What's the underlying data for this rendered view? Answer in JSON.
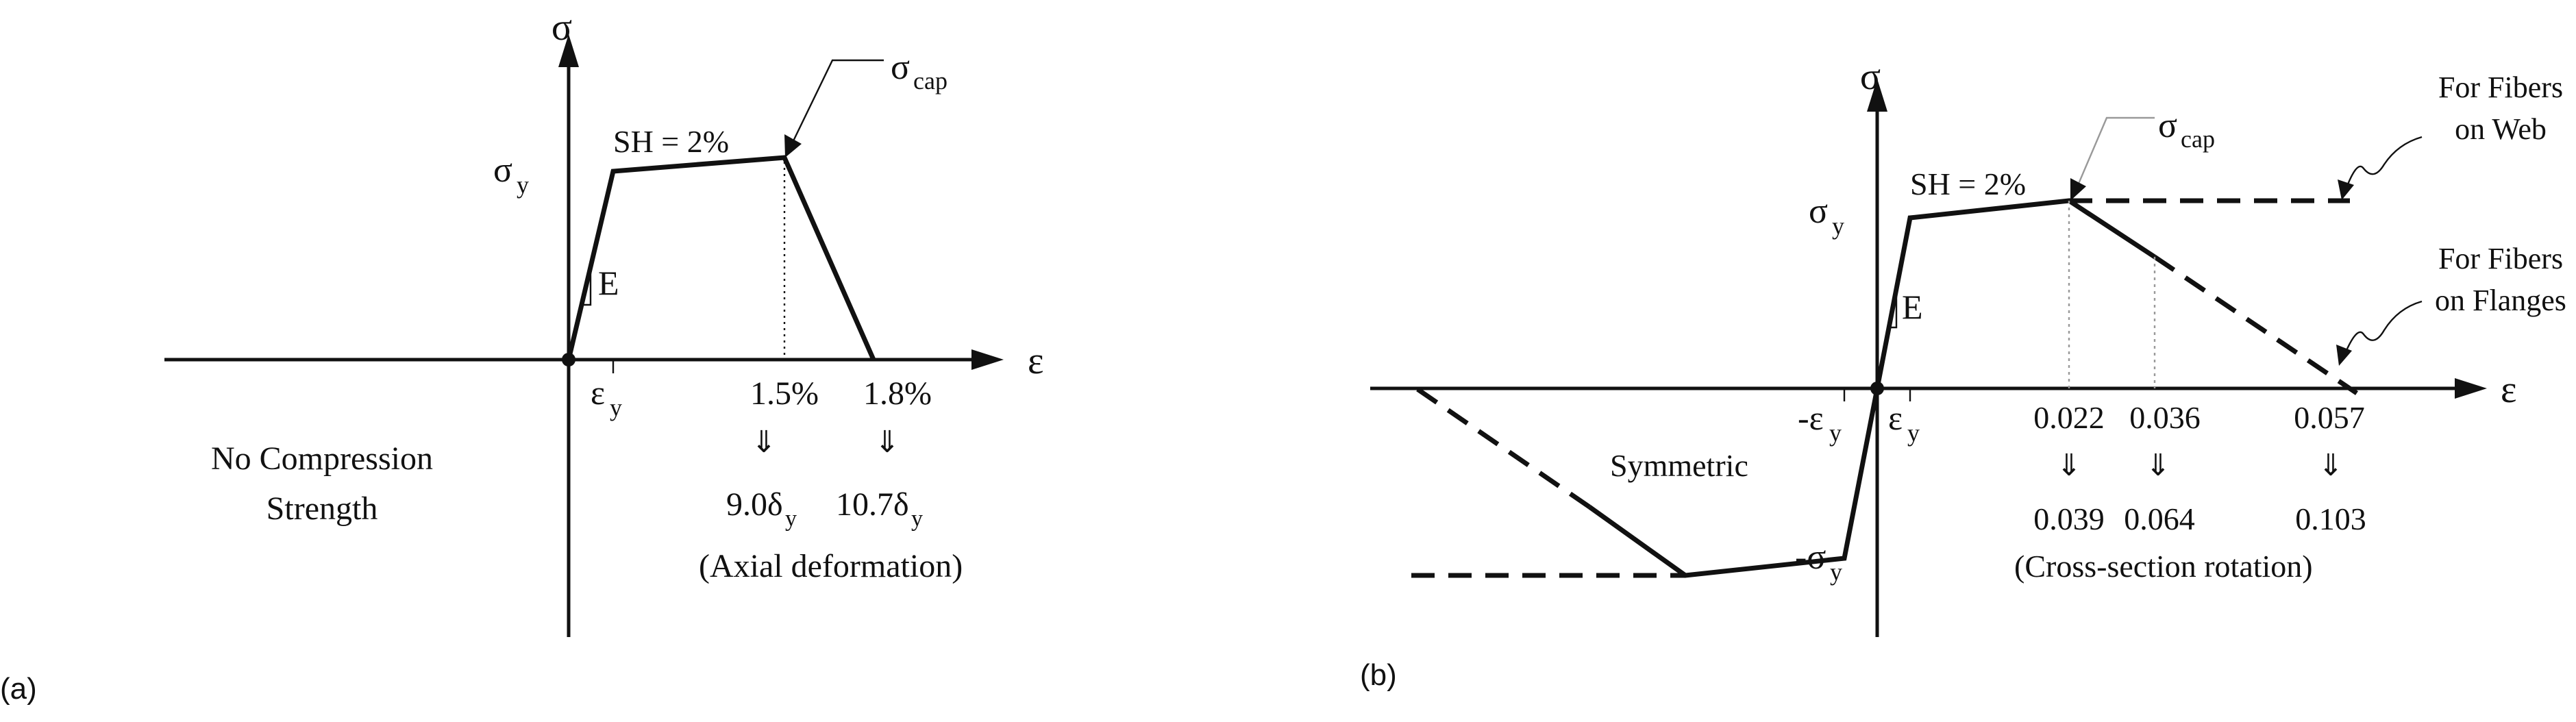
{
  "panel_a": {
    "label": "(a)",
    "axis_y": "σ",
    "axis_x": "ε",
    "sigma_y": "σ",
    "sigma_y_sub": "y",
    "eps_y": "ε",
    "eps_y_sub": "y",
    "modulus": "E",
    "sh": "SH = 2%",
    "sigma_cap": "σ",
    "sigma_cap_sub": "cap",
    "strain_1": "1.5%",
    "strain_2": "1.8%",
    "arrow_glyph": "⇓",
    "def_1": "9.0δ",
    "def_1_sub": "y",
    "def_2": "10.7δ",
    "def_2_sub": "y",
    "def_caption": "(Axial deformation)",
    "no_comp_1": "No Compression",
    "no_comp_2": "Strength"
  },
  "panel_b": {
    "label": "(b)",
    "axis_y": "σ",
    "axis_x": "ε",
    "sigma_y": "σ",
    "sigma_y_sub": "y",
    "neg_sigma_y": "-σ",
    "neg_sigma_y_sub": "y",
    "eps_y": "ε",
    "eps_y_sub": "y",
    "neg_eps_y": "-ε",
    "neg_eps_y_sub": "y",
    "modulus": "E",
    "sh": "SH = 2%",
    "sigma_cap": "σ",
    "sigma_cap_sub": "cap",
    "strain_1": "0.022",
    "strain_2": "0.036",
    "strain_3": "0.057",
    "arrow_glyph": "⇓",
    "rot_1": "0.039",
    "rot_2": "0.064",
    "rot_3": "0.103",
    "rot_caption": "(Cross-section rotation)",
    "symmetric": "Symmetric",
    "web_1": "For Fibers",
    "web_2": "on Web",
    "flange_1": "For Fibers",
    "flange_2": "on Flanges"
  }
}
